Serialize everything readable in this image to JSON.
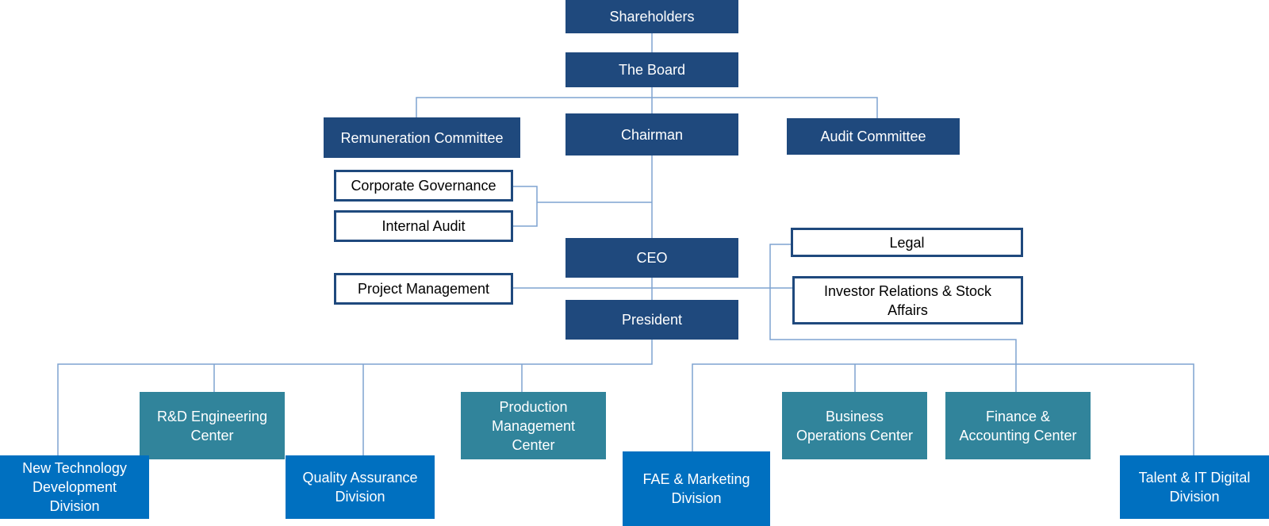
{
  "colors": {
    "executive": "#1f497d",
    "center": "#31849b",
    "division": "#0070c0",
    "connector": "#7fa3d1"
  },
  "nodes": {
    "shareholders": "Shareholders",
    "board": "The Board",
    "remuneration_committee": "Remuneration Committee",
    "chairman": "Chairman",
    "audit_committee": "Audit Committee",
    "corporate_governance": "Corporate Governance",
    "internal_audit": "Internal Audit",
    "ceo": "CEO",
    "legal": "Legal",
    "project_management": "Project Management",
    "investor_relations": "Investor Relations & Stock Affairs",
    "president": "President",
    "rd_engineering": "R&D Engineering Center",
    "new_technology": "New Technology Development Division",
    "quality_assurance": "Quality Assurance Division",
    "production_management": "Production Management Center",
    "fae_marketing": "FAE & Marketing Division",
    "business_operations": "Business Operations Center",
    "finance_accounting": "Finance & Accounting Center",
    "talent_it": "Talent & IT Digital Division"
  }
}
